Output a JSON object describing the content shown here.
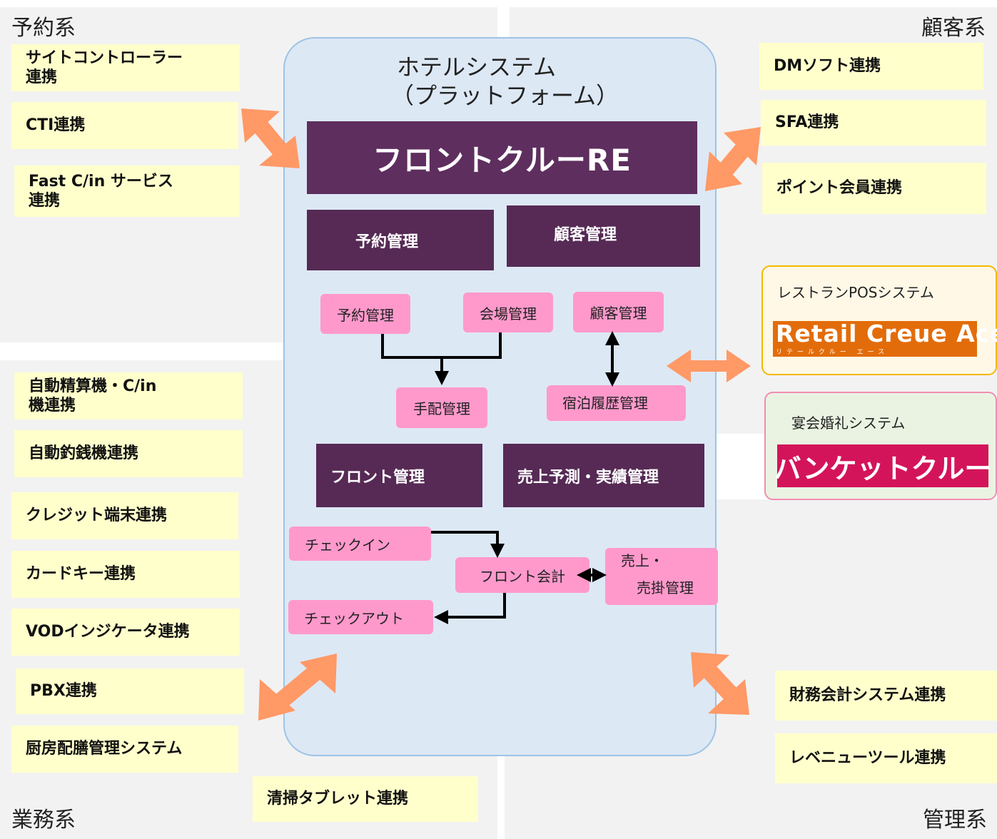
{
  "quadrants": {
    "top_left": "予約系",
    "top_right": "顧客系",
    "bottom_left": "業務系",
    "bottom_right": "管理系"
  },
  "platform": {
    "title_line1": "ホテルシステム",
    "title_line2": "（プラットフォーム）",
    "product_name": "フロントクルーRE"
  },
  "modules": {
    "reservation": "予約管理",
    "customer": "顧客管理",
    "front": "フロント管理",
    "sales": "売上予測・実績管理"
  },
  "flow_nodes": {
    "reservation": "予約管理",
    "venue": "会場管理",
    "customer": "顧客管理",
    "arrangement": "手配管理",
    "stay_history": "宿泊履歴管理",
    "checkin": "チェックイン",
    "checkout": "チェックアウト",
    "front_accounting": "フロント会計",
    "sales_line1": "売上・",
    "sales_line2": "売掛管理"
  },
  "reservation_links": [
    "サイトコントローラー\n連携",
    "CTI連携",
    "Fast C/in サービス\n連携"
  ],
  "customer_links": [
    "DMソフト連携",
    "SFA連携",
    "ポイント会員連携"
  ],
  "operation_links": [
    "自動精算機・C/in\n機連携",
    "自動釣銭機連携",
    "クレジット端末連携",
    "カードキー連携",
    "VODインジケータ連携",
    "PBX連携",
    "厨房配膳管理システム",
    "清掃タブレット連携"
  ],
  "management_links": [
    "財務会計システム連携",
    "レベニューツール連携"
  ],
  "restaurant": {
    "label": "レストランPOSシステム",
    "logo": "Retail Creue Ace",
    "logo_sub": "リテールクルー エース"
  },
  "banquet": {
    "label": "宴会婚礼システム",
    "logo": "バンケットクルー"
  },
  "colors": {
    "dark_module": "#562a55",
    "product_banner": "#5e2e5e",
    "pink_node": "#ff99cc",
    "yellow_box": "#ffffcc",
    "platform_bg": "#dde8f5",
    "platform_border": "#9dc3e6",
    "arrow_orange": "#ff9966",
    "quadrant_bg": "#f2f2f2",
    "restaurant_border": "#f5b800",
    "banquet_border": "#f28cb1",
    "banquet_logo_bg": "#d4145a",
    "restaurant_logo_bg": "#e36c0a"
  }
}
